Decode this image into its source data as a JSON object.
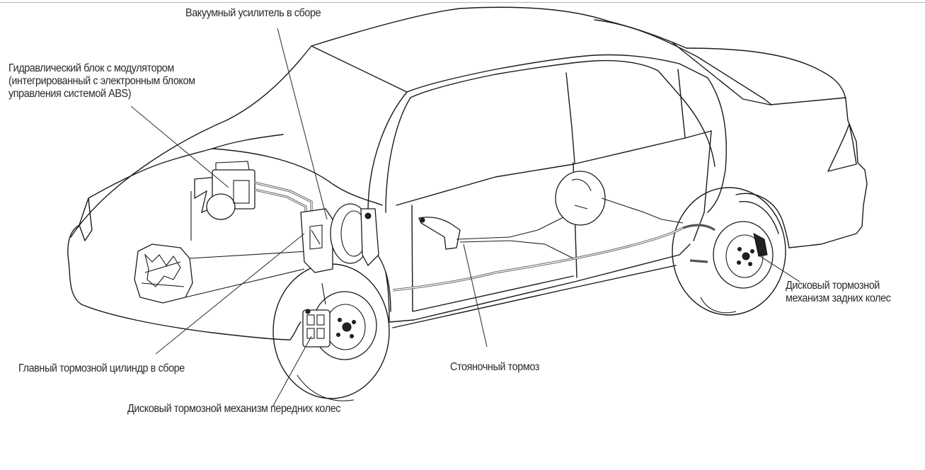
{
  "diagram": {
    "subject": "brake-system-layout",
    "labels": {
      "vacuum_booster": "Вакуумный усилитель в сборе",
      "hydraulic_unit_line1": "Гидравлический блок с модулятором",
      "hydraulic_unit_line2": "(интегрированный с электронным блоком",
      "hydraulic_unit_line3": "управления системой ABS)",
      "rear_disc_line1": "Дисковый тормозной",
      "rear_disc_line2": "механизм задних колес",
      "master_cylinder": "Главный тормозной цилиндр в сборе",
      "parking_brake": "Стояночный тормоз",
      "front_disc": "Дисковый тормозной механизм передних колес"
    },
    "colors": {
      "line": "#1a1a1a",
      "text": "#2a2a2a",
      "background": "#ffffff"
    }
  }
}
